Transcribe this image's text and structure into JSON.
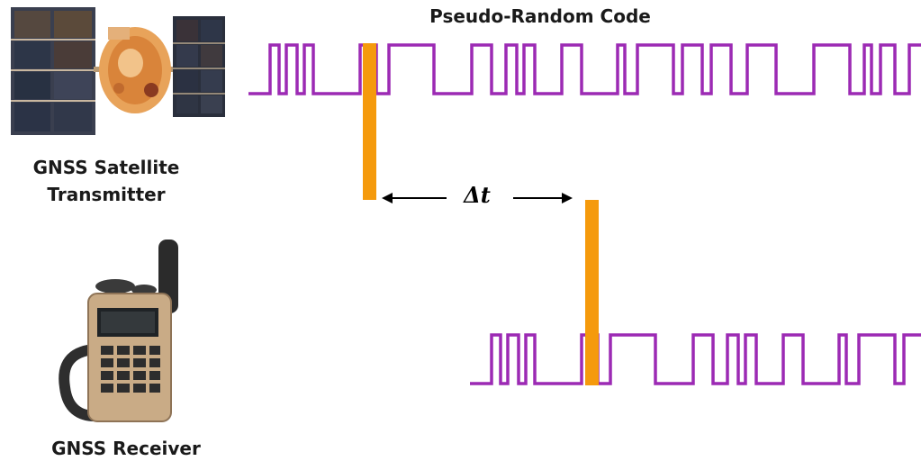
{
  "title": "Pseudo-Random Code",
  "satellite_label": [
    "GNSS Satellite",
    "Transmitter"
  ],
  "receiver_label": "GNSS Receiver",
  "delay_label": "Δt",
  "colors": {
    "code_signal": "#9c2ab4",
    "marker": "#f59a0c",
    "arrow": "#000000",
    "text": "#1a1a1a"
  },
  "icons": [
    "satellite-icon",
    "handheld-receiver-icon"
  ]
}
